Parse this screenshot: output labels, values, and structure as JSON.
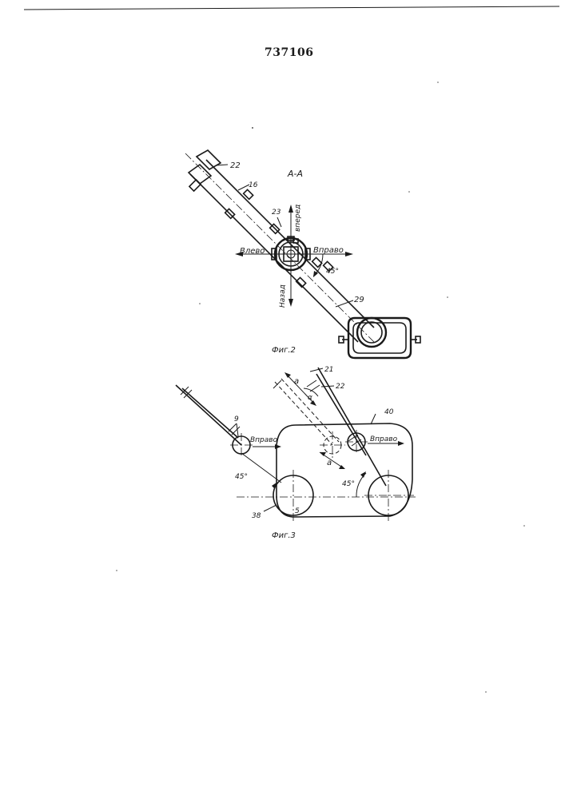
{
  "page_number": "737106",
  "fig2": {
    "caption": "Фиг.2",
    "section_label": "А-А",
    "labels": {
      "n22": "22",
      "n16": "16",
      "n23": "23",
      "n29": "29",
      "forward": "вперед",
      "back": "Назад",
      "left": "Влево",
      "right": "Вправо",
      "angle": "45°"
    }
  },
  "fig3": {
    "caption": "Фиг.3",
    "labels": {
      "n21": "21",
      "n22": "22",
      "n40": "40",
      "n9": "9",
      "n38": "38",
      "n5": "5",
      "right_left": "Вправо",
      "right_right": "Вправо",
      "a_top": "a",
      "a_bottom": "a",
      "alpha": "α",
      "angle_left": "45°",
      "angle_right": "45°"
    }
  }
}
